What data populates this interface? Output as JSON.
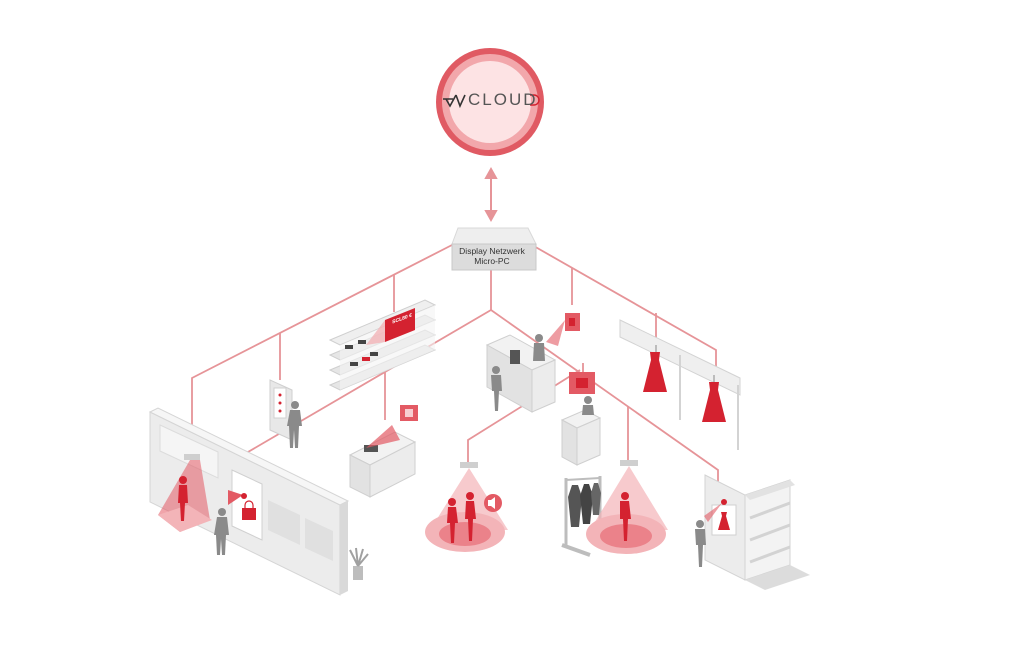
{
  "cloud": {
    "logo_text": "CLOUD",
    "logo_mark": "DV",
    "colors": {
      "outer": "#e05a63",
      "mid": "#f2a7ab",
      "inner": "#fde3e4"
    }
  },
  "micro_pc": {
    "line1": "Display Netzwerk",
    "line2": "Micro-PC"
  },
  "shelf_display": {
    "price": "SCL80 €"
  },
  "colors": {
    "accent": "#d42230",
    "line": "#e69498",
    "gray_light": "#e6e6e6",
    "gray_mid": "#c8c8c8",
    "gray_dark": "#8a8a8a",
    "figure": "#9a9a9a"
  },
  "icons": [
    "cloud-logo-icon",
    "speaker-icon",
    "camera-sensor-icon",
    "dress-icon",
    "person-icon"
  ]
}
